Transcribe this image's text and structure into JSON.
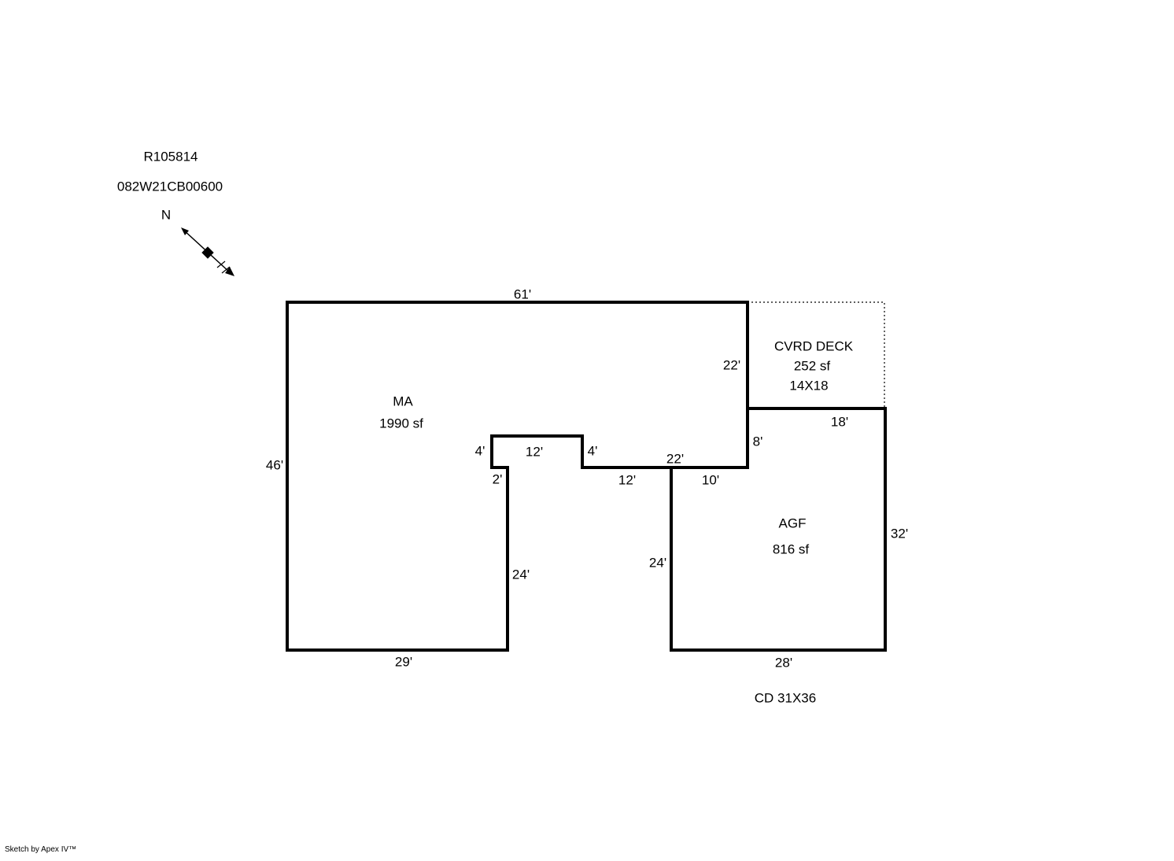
{
  "header": {
    "id_line1": "R105814",
    "id_line2": "082W21CB00600"
  },
  "compass": {
    "north_label": "N"
  },
  "areas": {
    "ma_name": "MA",
    "ma_area": "1990 sf",
    "deck_name": "CVRD DECK",
    "deck_area": "252 sf",
    "deck_dims": "14X18",
    "agf_name": "AGF",
    "agf_area": "816 sf",
    "cd_note": "CD 31X36"
  },
  "dimensions": {
    "ma_top_61": "61'",
    "ma_right_22": "22'",
    "ma_left_46": "46'",
    "notch_left_4": "4'",
    "notch_top_12": "12'",
    "notch_right_4": "4'",
    "ledge_2": "2'",
    "bottom_total_22": "22'",
    "bottom_left_12": "12'",
    "bottom_right_10": "10'",
    "deck_step_8": "8'",
    "deck_bottom_18": "18'",
    "ma_inner_24": "24'",
    "agf_left_24": "24'",
    "agf_right_32": "32'",
    "ma_bottom_29": "29'",
    "agf_bottom_28": "28'"
  },
  "footer": {
    "credit": "Sketch by Apex IV™"
  }
}
